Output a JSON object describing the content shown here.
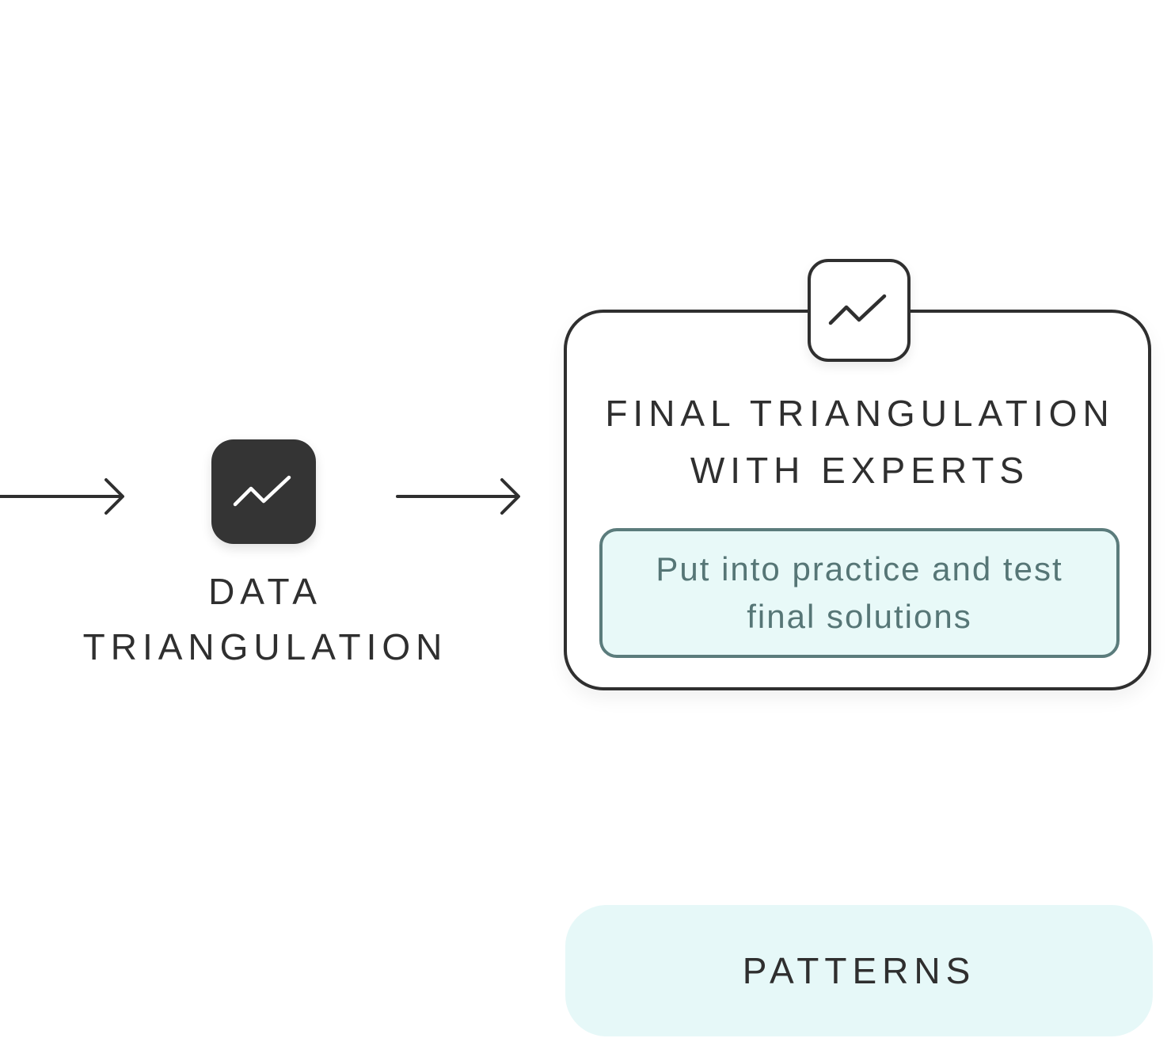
{
  "nodes": {
    "data_triangulation": {
      "label": "DATA TRIANGULATION",
      "icon": "trend-line-icon",
      "icon_bg": "#343434"
    },
    "final_triangulation": {
      "title": "FINAL TRIANGULATION WITH EXPERTS",
      "icon": "trend-line-icon",
      "note": "Put into practice and test final solutions",
      "note_bg": "#e8f9f8",
      "note_border": "#5b7c7c"
    },
    "patterns": {
      "label": "PATTERNS",
      "bg": "#e6f8f8"
    }
  },
  "edges": [
    {
      "from": "previous",
      "to": "data_triangulation"
    },
    {
      "from": "data_triangulation",
      "to": "final_triangulation"
    }
  ],
  "colors": {
    "stroke": "#2f2f2f",
    "text": "#2f2f2f",
    "note_text": "#567676"
  }
}
